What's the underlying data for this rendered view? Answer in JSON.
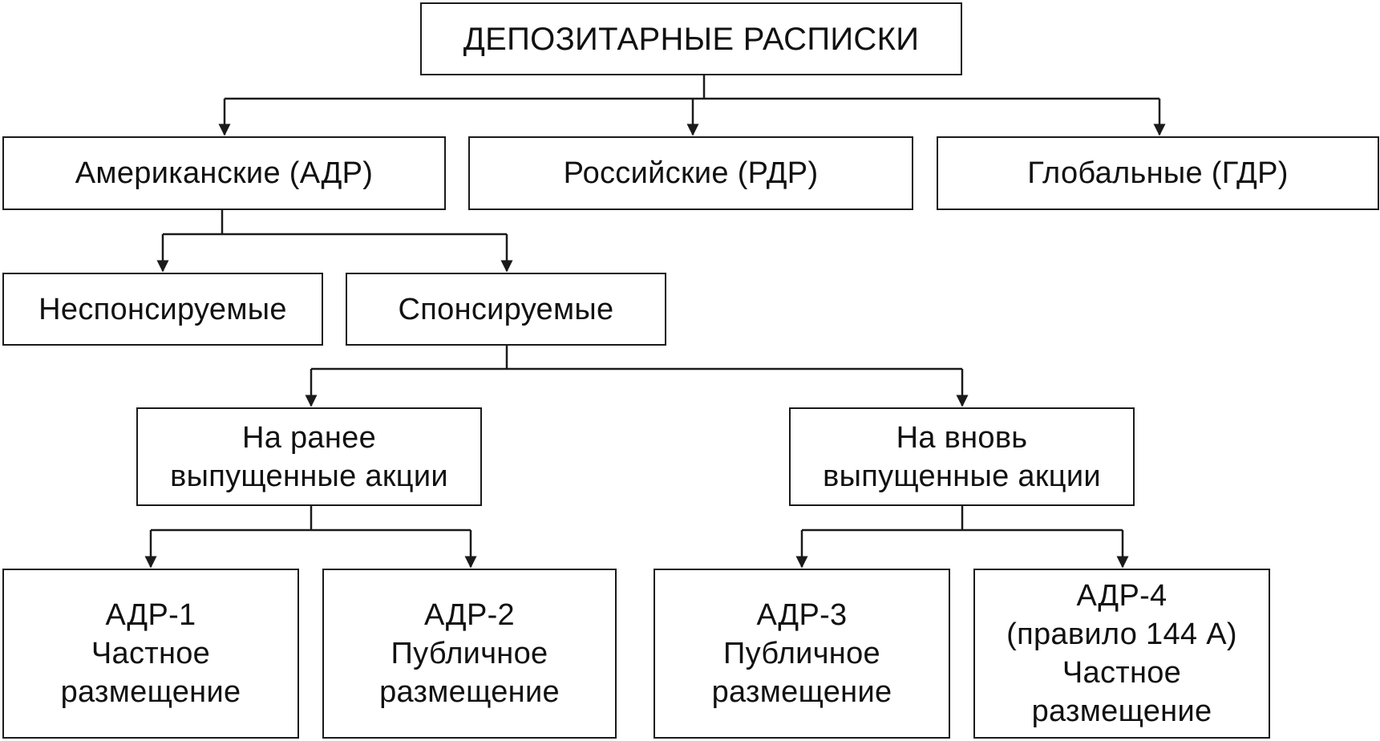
{
  "root": {
    "label": "ДЕПОЗИТАРНЫЕ РАСПИСКИ"
  },
  "level1": {
    "american": "Американские (АДР)",
    "russian": "Российские (РДР)",
    "global": "Глобальные (ГДР)"
  },
  "level2": {
    "unsponsored": "Неспонсируемые",
    "sponsored": "Спонсируемые"
  },
  "level3": {
    "existing": {
      "line1": "На ранее",
      "line2": "выпущенные акции"
    },
    "new": {
      "line1": "На вновь",
      "line2": "выпущенные акции"
    }
  },
  "level4": {
    "adr1": {
      "line1": "АДР-1",
      "line2": "Частное",
      "line3": "размещение"
    },
    "adr2": {
      "line1": "АДР-2",
      "line2": "Публичное",
      "line3": "размещение"
    },
    "adr3": {
      "line1": "АДР-3",
      "line2": "Публичное",
      "line3": "размещение"
    },
    "adr4": {
      "line1": "АДР-4",
      "line2": "(правило 144 А)",
      "line3": "Частное",
      "line4": "размещение"
    }
  }
}
